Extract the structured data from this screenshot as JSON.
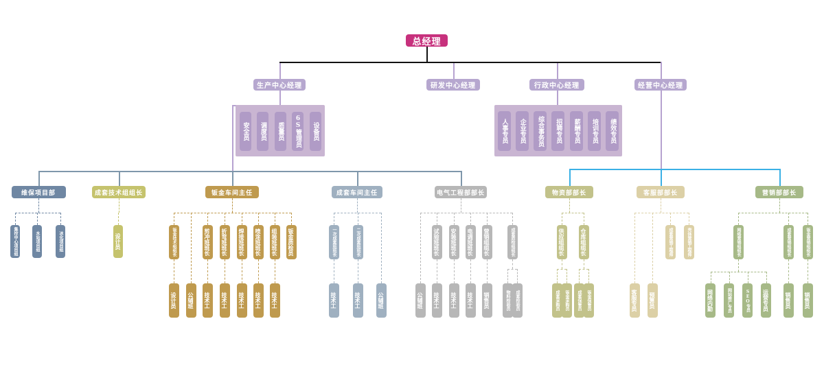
{
  "colors": {
    "top": "#c7317d",
    "mid": "#b6a7cf",
    "panel": "#c9b5d2",
    "panel_inner": "#b09bc6",
    "blue": "#6f87a3",
    "olive": "#c5c36d",
    "gold": "#bf9a4e",
    "steel": "#9fb0c0",
    "gray": "#b7b7b7",
    "khaki": "#c2c28a",
    "sand": "#dcd0a6",
    "sage": "#a6b987",
    "line_black": "#111111",
    "line_purple": "#b6a2d0",
    "line_blue": "#3ab0e5",
    "line_steel": "#7f97ab"
  },
  "top": {
    "label": "总经理"
  },
  "level2": [
    {
      "id": "production",
      "label": "生产中心经理"
    },
    {
      "id": "rnd",
      "label": "研发中心经理"
    },
    {
      "id": "admin",
      "label": "行政中心经理"
    },
    {
      "id": "business",
      "label": "经营中心经理"
    }
  ],
  "production_staff": [
    "安全员",
    "调度员",
    "质量员",
    "6S管理员",
    "设备员"
  ],
  "admin_staff": [
    "人事专员",
    "企业专员",
    "综合事务员",
    "招聘专员",
    "薪酬专员",
    "培训专员",
    "绩效专员"
  ],
  "departments": [
    {
      "id": "maintenance",
      "label": "维保项目部",
      "color": "blue",
      "children": [
        "集控中心项目组",
        "水站项目组",
        "冰化项目组"
      ]
    },
    {
      "id": "tech",
      "label": "成套技术组组长",
      "color": "olive",
      "children": [
        "设计员"
      ]
    },
    {
      "id": "sheetmetal",
      "label": "钣金车间主任",
      "color": "gold",
      "children": [
        {
          "label": "钣金技术组组长",
          "sub": [
            "设计员"
          ]
        },
        {
          "label": "",
          "sub": [
            "公辅班"
          ]
        },
        {
          "label": "剪冲班班长",
          "sub": [
            "技术工"
          ]
        },
        {
          "label": "折弯班班长",
          "sub": [
            "技术工"
          ]
        },
        {
          "label": "焊接班班长",
          "sub": [
            "技术工"
          ]
        },
        {
          "label": "喷涂班班长",
          "sub": [
            "技术工"
          ]
        },
        {
          "label": "组装班班长",
          "sub": [
            "技术工"
          ]
        },
        {
          "label": "钣金质检员",
          "sub": []
        }
      ]
    },
    {
      "id": "assembly",
      "label": "成套车间主任",
      "color": "steel",
      "children": [
        {
          "label": "一次成套班班长",
          "sub": [
            "技术工"
          ]
        },
        {
          "label": "二次成套班班长",
          "sub": [
            "技术工"
          ]
        },
        {
          "label": "",
          "sub": [
            "公辅班"
          ]
        }
      ]
    },
    {
      "id": "electrical",
      "label": "电气工程部部长",
      "color": "gray",
      "children": [
        {
          "label": "",
          "sub": [
            "公辅班"
          ]
        },
        {
          "label": "试验班班长",
          "sub": [
            "技术工"
          ]
        },
        {
          "label": "安装班班长",
          "sub": [
            "技术工"
          ]
        },
        {
          "label": "电调班班长",
          "sub": [
            "技术工"
          ]
        },
        {
          "label": "营销组组长",
          "sub": [
            "销售员"
          ]
        },
        {
          "label": "成套质检组组长",
          "sub": [
            "物料检验员",
            "成套检验员"
          ]
        }
      ]
    },
    {
      "id": "procurement",
      "label": "物资部部长",
      "color": "khaki",
      "children": [
        {
          "label": "供应组组长",
          "sub": [
            "成套采购员",
            "钣金采购员"
          ]
        },
        {
          "label": "仓库组组长",
          "sub": [
            "成套保管员",
            "钣金保管员"
          ]
        }
      ]
    },
    {
      "id": "service",
      "label": "客服部部长",
      "color": "sand",
      "children": [
        {
          "label": "",
          "sub": [
            "客服专员"
          ]
        },
        {
          "label": "",
          "sub": [
            "预算员"
          ]
        },
        {
          "label": "成套营销工程师",
          "sub": []
        },
        {
          "label": "壳体营销工程师",
          "sub": []
        }
      ]
    },
    {
      "id": "marketing",
      "label": "营销部部长",
      "color": "sage",
      "children": [
        {
          "label": "网络营销组组长",
          "sub": [
            "网络内勤",
            "网站推广专员",
            "SEO专员",
            "运营专员"
          ]
        },
        {
          "label": "成套营销组组长",
          "sub": [
            "销售员"
          ]
        },
        {
          "label": "钣金营销组组长",
          "sub": [
            "销售员"
          ]
        }
      ]
    }
  ]
}
